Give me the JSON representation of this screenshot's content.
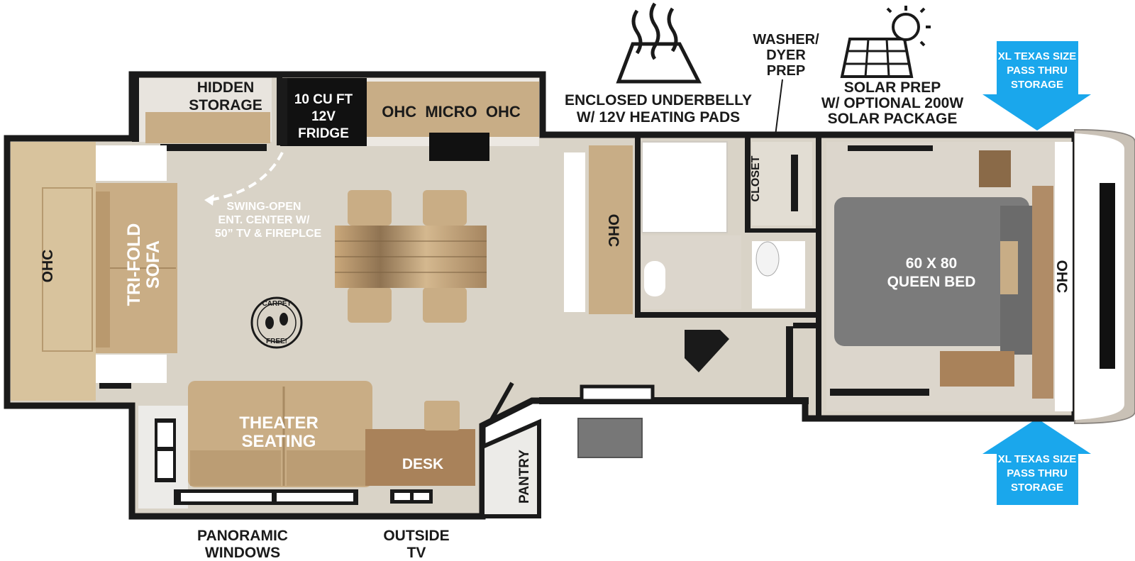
{
  "features": {
    "underbelly_line1": "ENCLOSED UNDERBELLY",
    "underbelly_line2": "W/ 12V HEATING PADS",
    "washer_line1": "WASHER/",
    "washer_line2": "DYER",
    "washer_line3": "PREP",
    "solar_line1": "SOLAR PREP",
    "solar_line2": "W/ OPTIONAL 200W",
    "solar_line3": "SOLAR PACKAGE",
    "storage_line1": "XL TEXAS SIZE",
    "storage_line2": "PASS THRU",
    "storage_line3": "STORAGE"
  },
  "rooms": {
    "hidden_storage_line1": "HIDDEN",
    "hidden_storage_line2": "STORAGE",
    "fridge_line1": "10 CU FT",
    "fridge_line2": "12V",
    "fridge_line3": "FRIDGE",
    "ohc_micro_ohc": "OHC  MICRO  OHC",
    "ohc": "OHC",
    "sofa_line1": "TRI-FOLD",
    "sofa_line2": "SOFA",
    "ent_line1": "SWING-OPEN",
    "ent_line2": "ENT. CENTER W/",
    "ent_line3": "50” TV & FIREPLCE",
    "carpet_line1": "CARPET",
    "carpet_line2": "FREE!",
    "theater_line1": "THEATER",
    "theater_line2": "SEATING",
    "desk": "DESK",
    "pantry": "PANTRY",
    "closet": "CLOSET",
    "bed_line1": "60 X 80",
    "bed_line2": "QUEEN BED"
  },
  "bottom": {
    "panoramic_line1": "PANORAMIC",
    "panoramic_line2": "WINDOWS",
    "outside_line1": "OUTSIDE",
    "outside_line2": "TV"
  },
  "colors": {
    "wall": "#1a1a1a",
    "floor": "#d9d3c7",
    "wood": "#c8ad86",
    "bed": "#7a7a7a",
    "arrow_blue": "#1aa7ec"
  }
}
